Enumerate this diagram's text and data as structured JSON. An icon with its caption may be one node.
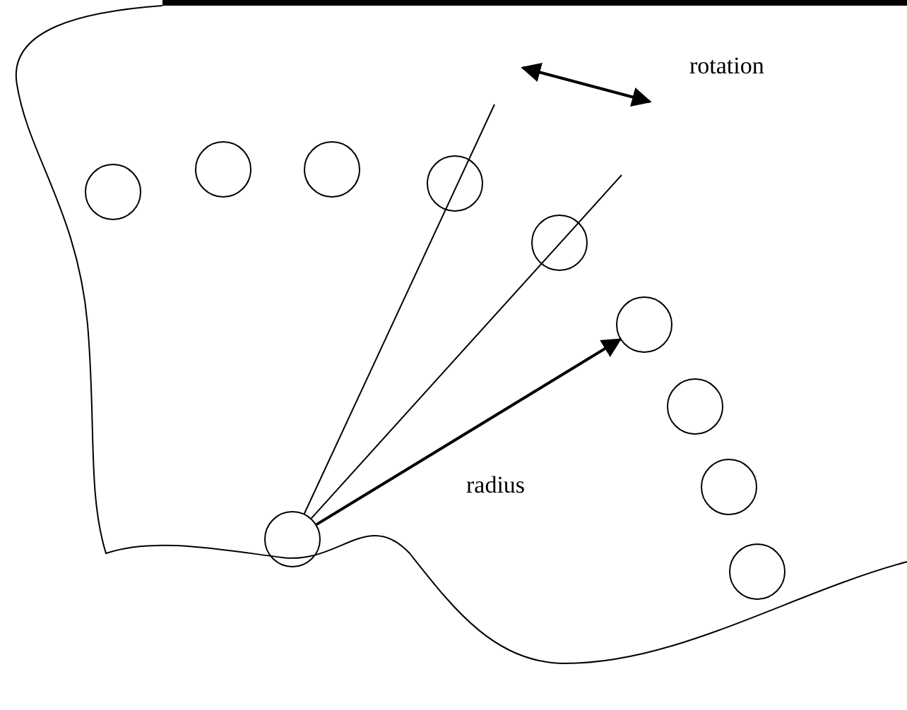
{
  "diagram": {
    "nodes": [
      {
        "text": [],
        "shape": "circle"
      },
      {
        "text": [],
        "shape": "circle"
      },
      {
        "text": [],
        "shape": "circle"
      },
      {
        "text": [],
        "shape": "circle"
      },
      {
        "text": [],
        "shape": "circle"
      },
      {
        "text": [],
        "shape": "circle"
      },
      {
        "text": [],
        "shape": "circle"
      },
      {
        "text": [],
        "shape": "circle"
      },
      {
        "text": [],
        "shape": "circle"
      },
      {
        "text": [],
        "shape": "circle"
      }
    ],
    "edges": [
      {
        "from": 3,
        "to": 6,
        "arrow": "to",
        "label": "radius"
      },
      {
        "from": 3,
        "to": null,
        "arrow": "none"
      },
      {
        "from": 3,
        "to": null,
        "arrow": "none"
      }
    ],
    "labels": [
      "rotation"
    ]
  }
}
